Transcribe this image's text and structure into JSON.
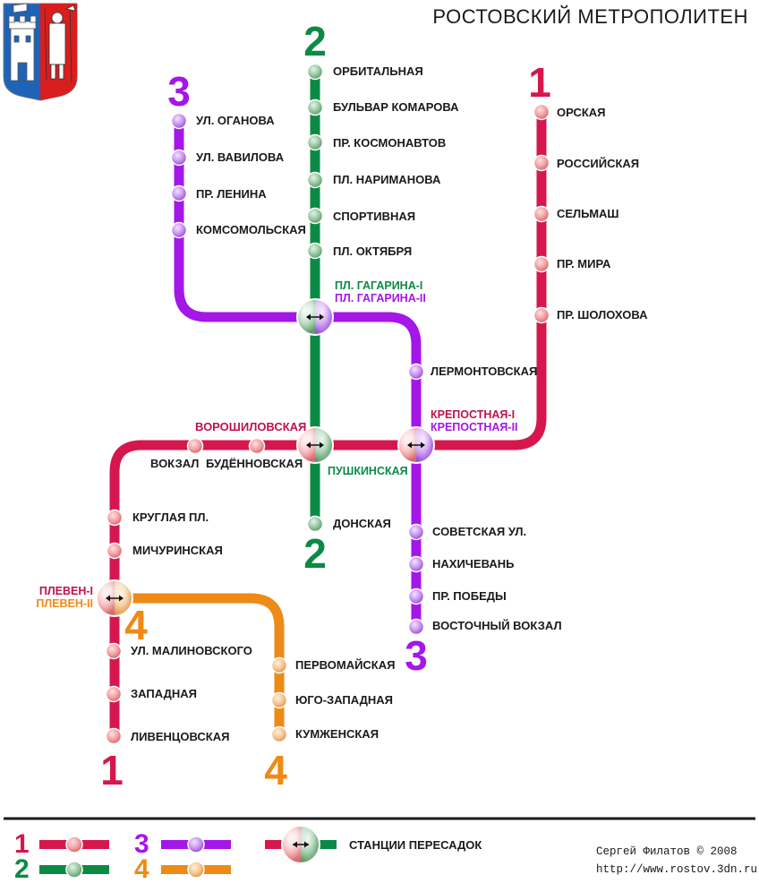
{
  "title": "РОСТОВСКИЙ МЕТРОПОЛИТЕН",
  "colors": {
    "line1": "#d6174e",
    "line2": "#0b8a45",
    "line3": "#a516e8",
    "line4": "#ee8a16"
  },
  "line_numbers": {
    "l1": "1",
    "l2": "2",
    "l3": "3",
    "l4": "4"
  },
  "stations": {
    "orbitalnaya": "ОРБИТАЛЬНАЯ",
    "bulvar_komarova": "БУЛЬВАР КОМАРОВА",
    "pr_kosmonavtov": "ПР. КОСМОНАВТОВ",
    "pl_narimanova": "ПЛ. НАРИМАНОВА",
    "sportivnaya": "СПОРТИВНАЯ",
    "pl_oktyabrya": "ПЛ. ОКТЯБРЯ",
    "donskaya": "ДОНСКАЯ",
    "ul_oganova": "УЛ. ОГАНОВА",
    "ul_vavilova": "УЛ. ВАВИЛОВА",
    "pr_lenina": "ПР. ЛЕНИНА",
    "komsomolskaya": "КОМСОМОЛЬСКАЯ",
    "lermontovskaya": "ЛЕРМОНТОВСКАЯ",
    "sovetskaya": "СОВЕТСКАЯ УЛ.",
    "nakhichevan": "НАХИЧЕВАНЬ",
    "pr_pobedy": "ПР. ПОБЕДЫ",
    "vostochny": "ВОСТОЧНЫЙ ВОКЗАЛ",
    "orskaya": "ОРСКАЯ",
    "rossiyskaya": "РОССИЙСКАЯ",
    "selmash": "СЕЛЬМАШ",
    "pr_mira": "ПР. МИРА",
    "pr_sholokhova": "ПР. ШОЛОХОВА",
    "voroshilovskaya": "ВОРОШИЛОВСКАЯ",
    "vokzal": "ВОКЗАЛ",
    "budyonnovskaya": "БУДЁННОВСКАЯ",
    "kruglaya": "КРУГЛАЯ ПЛ.",
    "michurinskaya": "МИЧУРИНСКАЯ",
    "ul_malinovskogo": "УЛ. МАЛИНОВСКОГО",
    "zapadnaya": "ЗАПАДНАЯ",
    "liventsovskaya": "ЛИВЕНЦОВСКАЯ",
    "pervomayskaya": "ПЕРВОМАЙСКАЯ",
    "yugo_zapadnaya": "ЮГО-ЗАПАДНАЯ",
    "kumzhenskaya": "КУМЖЕНСКАЯ"
  },
  "transfers": {
    "gagarina_1": "ПЛ. ГАГАРИНА-I",
    "gagarina_2": "ПЛ. ГАГАРИНА-II",
    "krepostnaya_1": "КРЕПОСТНАЯ-I",
    "krepostnaya_2": "КРЕПОСТНАЯ-II",
    "pushkinskaya": "ПУШКИНСКАЯ",
    "pleven_1": "ПЛЕВЕН-I",
    "pleven_2": "ПЛЕВЕН-II"
  },
  "legend": {
    "transfer_label": "СТАНЦИИ ПЕРЕСАДОК",
    "l1": "1",
    "l2": "2",
    "l3": "3",
    "l4": "4"
  },
  "credit": {
    "author": "Сергей Филатов © 2008",
    "url": "http://www.rostov.3dn.ru"
  }
}
